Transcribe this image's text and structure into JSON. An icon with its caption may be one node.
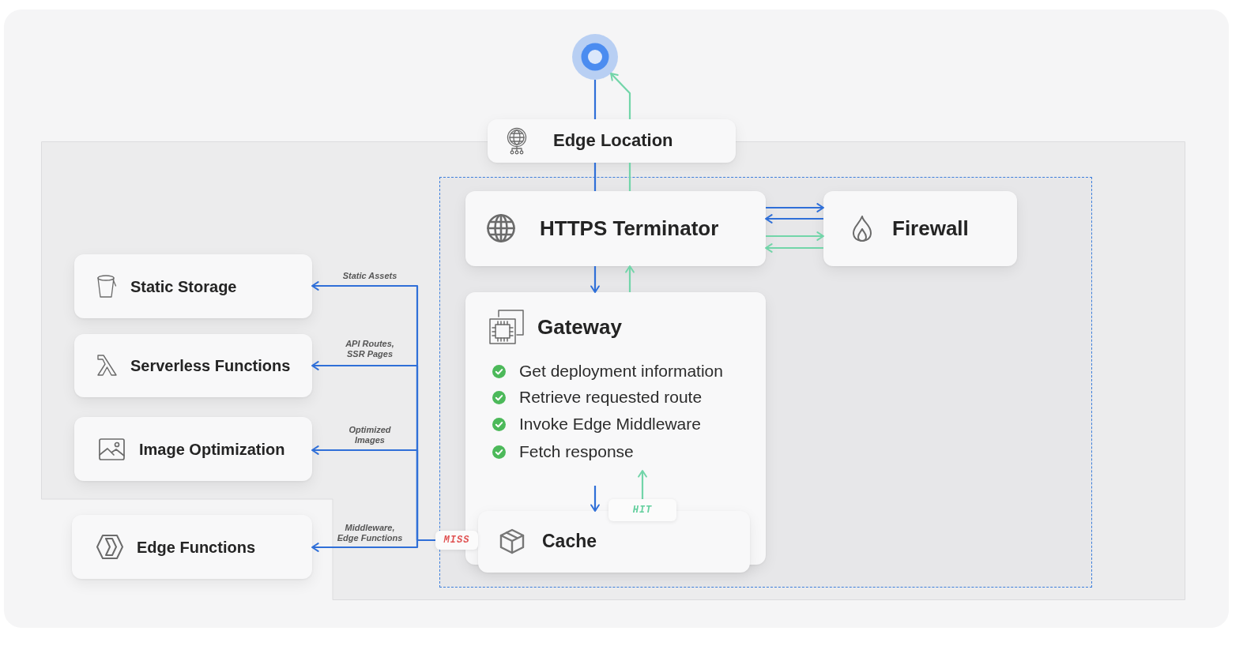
{
  "diagram": {
    "nodes": [
      {
        "text": [],
        "shape": "circle"
      },
      {
        "text": [
          "Edge Location"
        ]
      },
      {
        "text": [],
        "shape": "box"
      },
      {
        "text": [],
        "shape": "box",
        "in": 2
      },
      {
        "text": [
          "HTTPS Terminator"
        ],
        "in": 3
      },
      {
        "text": [
          "Firewall"
        ],
        "in": 3
      },
      {
        "text": [
          "Gateway",
          "Get deployment information",
          "Retrieve requested route",
          "Invoke Edge Middleware",
          "Fetch response"
        ],
        "in": 3
      },
      {
        "text": [
          "HIT"
        ],
        "in": 6
      },
      {
        "text": [
          "Cache"
        ],
        "in": 3
      },
      {
        "text": [
          "MISS"
        ],
        "in": 2
      },
      {
        "text": [
          "Static Storage"
        ],
        "in": 2
      },
      {
        "text": [
          "Serverless Functions"
        ],
        "in": 2
      },
      {
        "text": [
          "Image Optimization"
        ],
        "in": 2
      },
      {
        "text": [
          "Edge Functions"
        ]
      }
    ],
    "edges": [
      {
        "from": 0,
        "to": 1,
        "arrow": "none"
      },
      {
        "from": 1,
        "to": 0,
        "arrow": "to",
        "color": "#72d5a9"
      },
      {
        "from": 1,
        "to": 4,
        "arrow": "none"
      },
      {
        "from": 4,
        "to": 1,
        "arrow": "none",
        "color": "#72d5a9"
      },
      {
        "from": 4,
        "to": 5,
        "arrow": "to"
      },
      {
        "from": 5,
        "to": 4,
        "arrow": "to"
      },
      {
        "from": 4,
        "to": 5,
        "arrow": "to",
        "color": "#72d5a9"
      },
      {
        "from": 5,
        "to": 4,
        "arrow": "to",
        "color": "#72d5a9"
      },
      {
        "from": 4,
        "to": 6,
        "arrow": "to"
      },
      {
        "from": 6,
        "to": 4,
        "arrow": "to",
        "color": "#72d5a9"
      },
      {
        "from": null,
        "to": 8,
        "arrow": "to"
      },
      {
        "from": 7,
        "to": null,
        "arrow": "to",
        "color": "#72d5a9"
      },
      {
        "from": 9,
        "to": 10,
        "arrow": "to",
        "label": "Static Assets"
      },
      {
        "from": 9,
        "to": 11,
        "arrow": "to",
        "label": "API Routes, SSR Pages"
      },
      {
        "from": 9,
        "to": 12,
        "arrow": "to",
        "label": "Optimized Images"
      },
      {
        "from": 9,
        "to": 13,
        "arrow": "to",
        "label": "Middleware, Edge Functions"
      }
    ]
  }
}
